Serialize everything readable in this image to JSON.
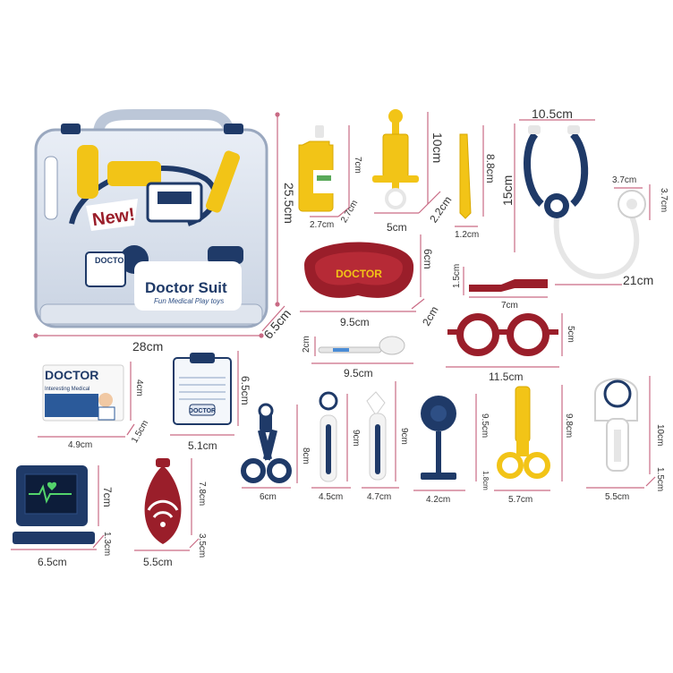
{
  "case": {
    "badge": "New!",
    "brand": "DOCTOR",
    "title": "Doctor Suit",
    "subtitle": "Fun Medical Play toys",
    "width": "28cm",
    "height": "25.5cm",
    "depth": "6.5cm"
  },
  "items": {
    "bottle": {
      "height": "7cm",
      "width": "2.7cm",
      "depth": "2.7cm"
    },
    "syringe": {
      "height": "10cm",
      "width": "5cm",
      "depth": "2.2cm"
    },
    "tweezer": {
      "height": "8.8cm",
      "width": "1.2cm"
    },
    "stethoscope": {
      "top": "10.5cm",
      "height": "15cm",
      "chest_a": "3.7cm",
      "chest_b": "3.7cm",
      "length": "21cm"
    },
    "tray": {
      "brand": "DOCTOR",
      "height": "6cm",
      "width": "9.5cm",
      "depth": "2cm"
    },
    "scalpel": {
      "height": "1.5cm",
      "width": "7cm"
    },
    "glasses": {
      "width": "11.5cm",
      "height": "5cm"
    },
    "spoon": {
      "height": "2cm",
      "width": "9.5cm"
    },
    "card": {
      "brand": "DOCTOR",
      "tagline": "Interesting Medical",
      "height": "4cm",
      "depth": "1.5cm",
      "width": "4.9cm"
    },
    "clipboard": {
      "brand": "DOCTOR",
      "height": "6.5cm",
      "width": "5.1cm"
    },
    "scissors": {
      "height": "8cm",
      "width": "6cm"
    },
    "mirror": {
      "height": "9cm",
      "width": "4.5cm"
    },
    "otoscope": {
      "height": "9cm",
      "width": "4.7cm"
    },
    "reflector": {
      "height": "9.5cm",
      "depth": "1.8cm",
      "width": "4.2cm"
    },
    "clamp": {
      "height": "9.8cm",
      "width": "5.7cm"
    },
    "thermometer": {
      "height": "10cm",
      "depth": "1.5cm",
      "width": "5.5cm"
    },
    "monitor": {
      "height": "7cm",
      "depth": "1.3cm",
      "width": "6.5cm"
    },
    "bulb": {
      "height": "7.8cm",
      "depth": "3.5cm",
      "width": "5.5cm"
    }
  },
  "colors": {
    "navy": "#1f3a68",
    "yellow": "#f2c417",
    "maroon": "#9a1e2a",
    "dimension_line": "#c96a84",
    "white": "#ffffff"
  }
}
